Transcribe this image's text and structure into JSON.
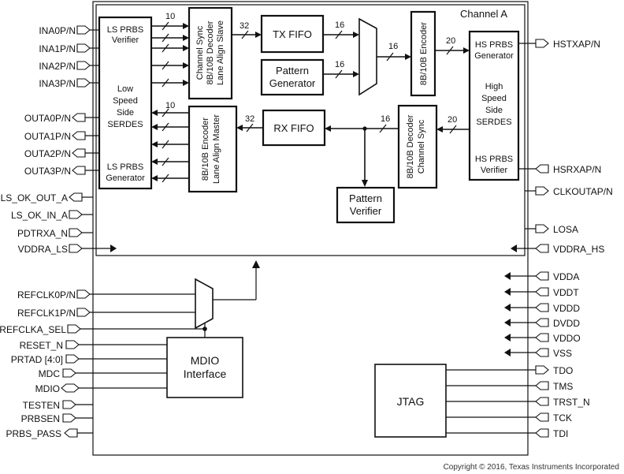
{
  "chip": {
    "channel_label": "Channel A"
  },
  "left_pins": {
    "ina": [
      "INA0P/N",
      "INA1P/N",
      "INA2P/N",
      "INA3P/N"
    ],
    "outa": [
      "OUTA0P/N",
      "OUTA1P/N",
      "OUTA2P/N",
      "OUTA3P/N"
    ],
    "ls_ok_out": "LS_OK_OUT_A",
    "ls_ok_in": "LS_OK_IN_A",
    "pdtrxa": "PDTRXA_N",
    "vddra_ls": "VDDRA_LS",
    "refclk0": "REFCLK0P/N",
    "refclk1": "REFCLK1P/N",
    "refclka_sel": "REFCLKA_SEL",
    "reset": "RESET_N",
    "prtad": "PRTAD [4:0]",
    "mdc": "MDC",
    "mdio": "MDIO",
    "testen": "TESTEN",
    "prbsen": "PRBSEN",
    "prbs_pass": "PRBS_PASS"
  },
  "right_pins": {
    "hstxap": "HSTXAP/N",
    "hsrxap": "HSRXAP/N",
    "clkoutap": "CLKOUTAP/N",
    "losa": "LOSA",
    "vddra_hs": "VDDRA_HS",
    "supplies": [
      "VDDA",
      "VDDT",
      "VDDD",
      "DVDD",
      "VDDO",
      "VSS"
    ],
    "jtag": [
      "TDO",
      "TMS",
      "TRST_N",
      "TCK",
      "TDI"
    ]
  },
  "blocks": {
    "ls_verifier": [
      "LS PRBS",
      "Verifier"
    ],
    "ls_serdes": [
      "Low",
      "Speed",
      "Side",
      "SERDES"
    ],
    "ls_generator": [
      "LS PRBS",
      "Generator"
    ],
    "decoder_slave": [
      "Channel Sync",
      "8B/10B Decoder",
      "Lane Align Slave"
    ],
    "encoder_master": [
      "8B/10B Encoder",
      "Lane Align Master"
    ],
    "tx_fifo": "TX FIFO",
    "pattern_gen": [
      "Pattern",
      "Generator"
    ],
    "rx_fifo": "RX FIFO",
    "pattern_ver": [
      "Pattern",
      "Verifier"
    ],
    "hs_encoder": "8B/10B Encoder",
    "hs_decoder": [
      "8B/10B Decoder",
      "Channel Sync"
    ],
    "hs_generator": [
      "HS PRBS",
      "Generator"
    ],
    "hs_serdes": [
      "High",
      "Speed",
      "Side",
      "SERDES"
    ],
    "hs_verifier": [
      "HS PRBS",
      "Verifier"
    ],
    "mdio": [
      "MDIO",
      "Interface"
    ],
    "jtag": "JTAG"
  },
  "bus_widths": {
    "ls_in": "10",
    "ls_out": "10",
    "w32_tx": "32",
    "w32_rx": "32",
    "w16_fifo": "16",
    "w16_pat": "16",
    "w16_mux": "16",
    "w16_rx": "16",
    "w20_tx": "20",
    "w20_rx": "20"
  },
  "copyright": "Copyright © 2016, Texas Instruments Incorporated"
}
